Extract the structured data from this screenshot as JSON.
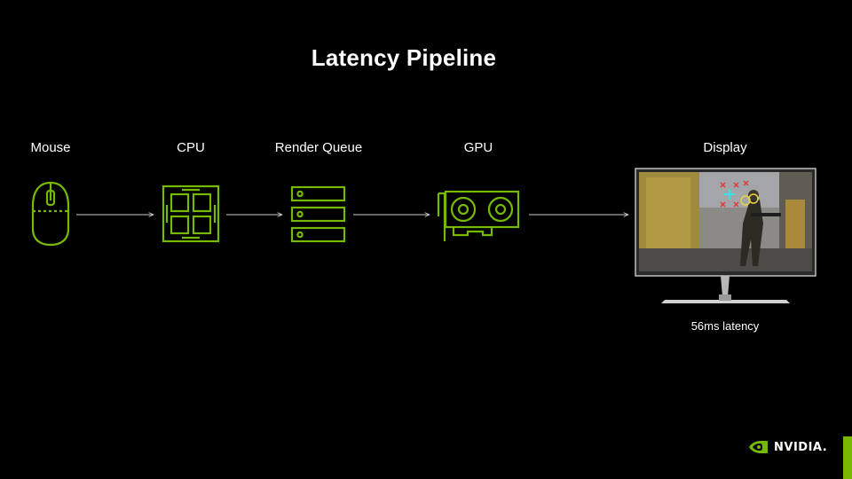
{
  "title": "Latency Pipeline",
  "stages": [
    {
      "label": "Mouse",
      "icon": "mouse-icon"
    },
    {
      "label": "CPU",
      "icon": "cpu-chip-icon"
    },
    {
      "label": "Render Queue",
      "icon": "render-queue-icon"
    },
    {
      "label": "GPU",
      "icon": "graphics-card-icon"
    },
    {
      "label": "Display",
      "icon": "monitor-icon"
    }
  ],
  "display": {
    "caption": "56ms latency",
    "screen_content": "game-scene-image"
  },
  "brand": {
    "name": "NVIDIA.",
    "icon": "nvidia-eye-logo-icon"
  },
  "colors": {
    "accent": "#76b900",
    "background": "#000000",
    "arrow": "#cccccc"
  }
}
